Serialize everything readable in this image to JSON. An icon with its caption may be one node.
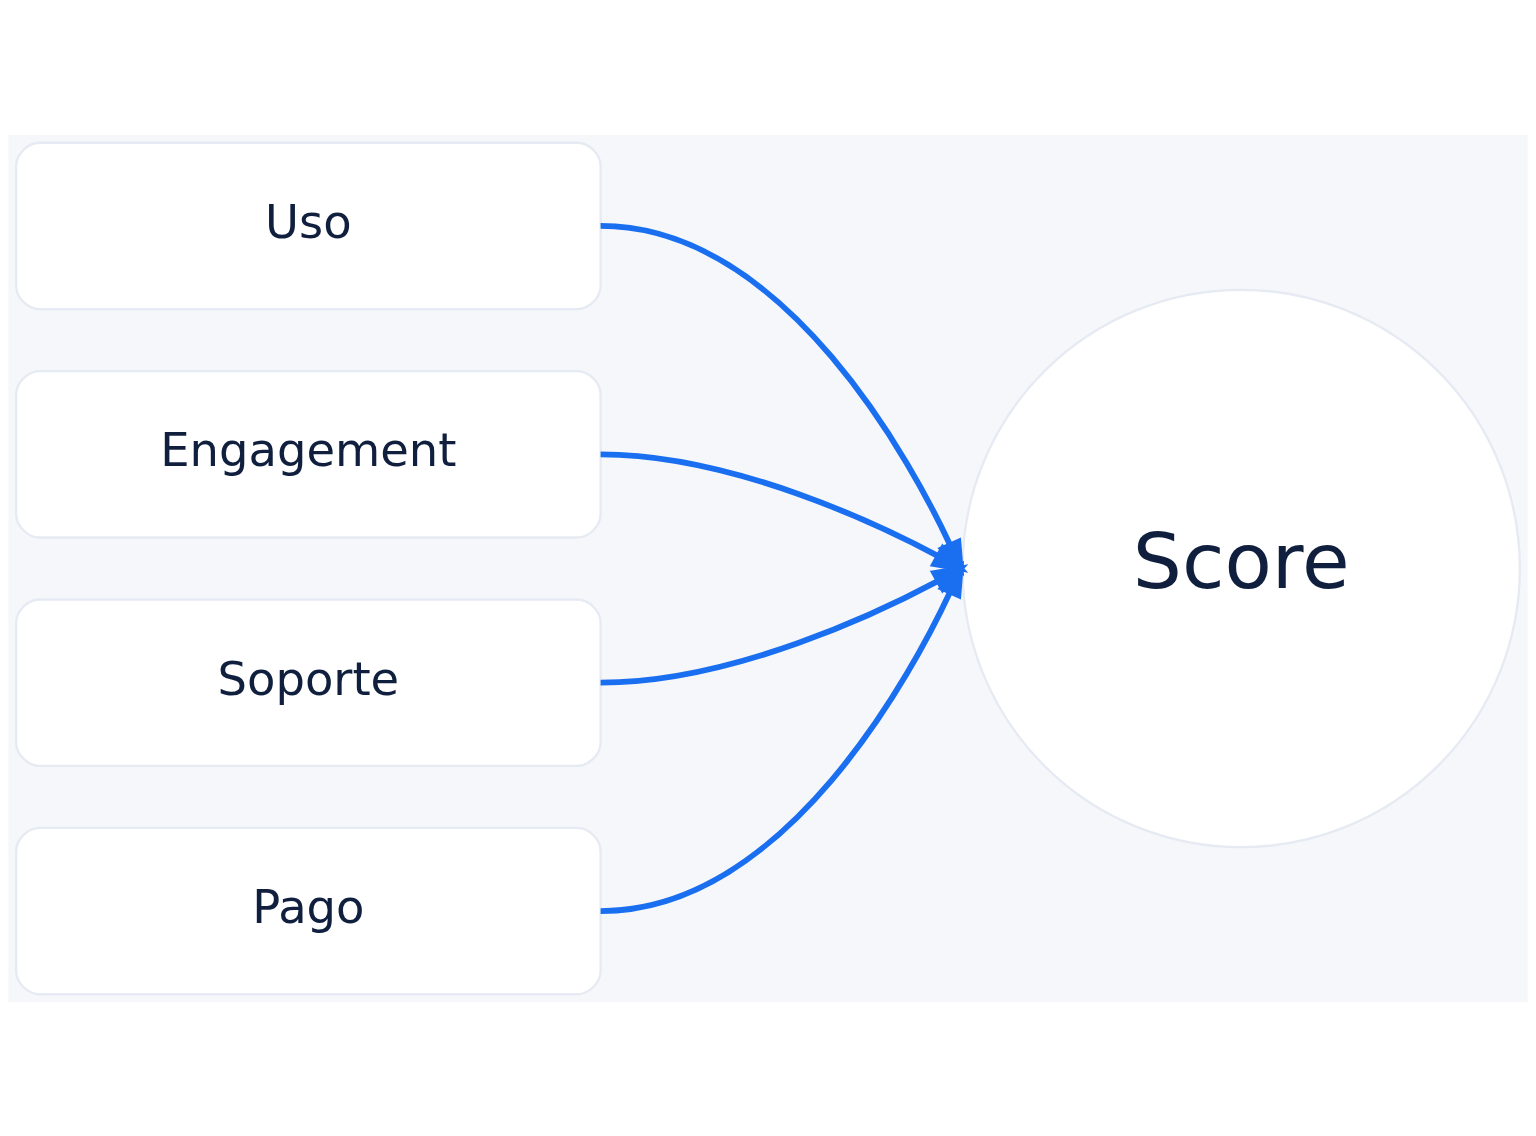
{
  "diagram": {
    "nodes": [
      {
        "text": [
          "Uso"
        ]
      },
      {
        "text": [
          "Engagement"
        ]
      },
      {
        "text": [
          "Soporte"
        ]
      },
      {
        "text": [
          "Pago"
        ]
      },
      {
        "text": [
          "Score"
        ]
      }
    ],
    "edges": [
      {
        "from": 0,
        "to": 4,
        "arrow": "to"
      },
      {
        "from": 1,
        "to": 4,
        "arrow": "to"
      },
      {
        "from": 2,
        "to": 4,
        "arrow": "to"
      },
      {
        "from": 3,
        "to": 4,
        "arrow": "to"
      }
    ]
  }
}
